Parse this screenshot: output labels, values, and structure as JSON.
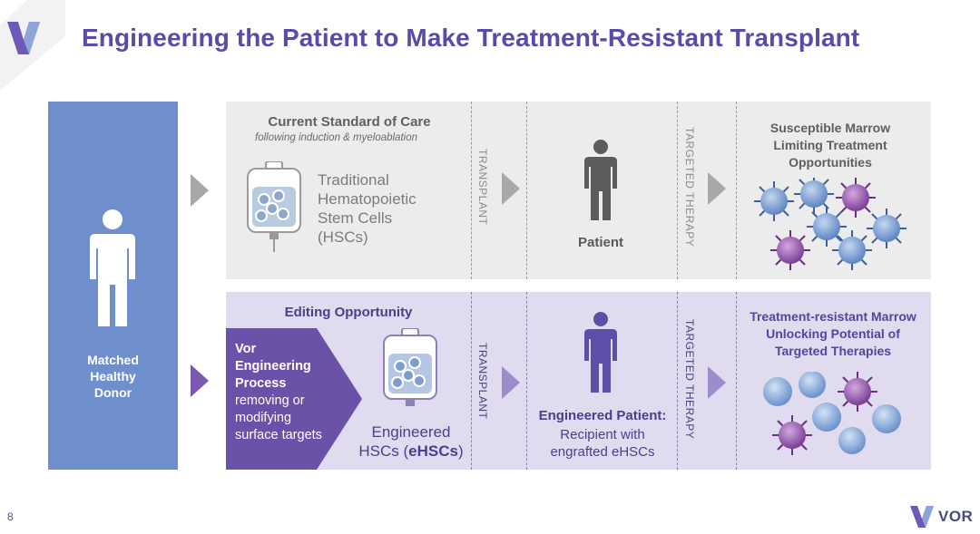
{
  "title": "Engineering the Patient to Make Treatment-Resistant Transplant",
  "donor": {
    "label": "Matched\nHealthy\nDonor"
  },
  "top_row": {
    "header": "Current Standard of Care",
    "subtitle": "following induction & myeloablation",
    "cells_label": "Traditional\nHematopoietic\nStem Cells\n(HSCs)",
    "transplant": "TRANSPLANT",
    "patient_label": "Patient",
    "therapy": "TARGETED THERAPY",
    "marrow_title": "Susceptible Marrow\nLimiting Treatment\nOpportunities"
  },
  "bottom_row": {
    "header": "Editing Opportunity",
    "process_bold": "Vor\nEngineering\nProcess",
    "process_text": "removing or\nmodifying\nsurface targets",
    "ehsc_line1": "Engineered",
    "ehsc_line2_prefix": "HSCs (",
    "ehsc_line2_bold": "eHSCs",
    "ehsc_line2_suffix": ")",
    "transplant": "TRANSPLANT",
    "engineered_patient": "Engineered Patient:",
    "engineered_patient_desc": "Recipient with\nengrafted eHSCs",
    "therapy": "TARGETED THERAPY",
    "marrow_title": "Treatment-resistant Marrow\nUnlocking Potential of\nTargeted Therapies"
  },
  "footer": {
    "page_number": "8",
    "logo_text": "VOR"
  },
  "colors": {
    "title": "#5b4aa6",
    "donor_panel": "#6f8ecc",
    "top_row_bg": "#ececec",
    "bottom_row_bg": "#e0dbee",
    "process_chevron": "#6a52a8",
    "healthy_cell": "#7fa3d6",
    "cancer_cell": "#9a5fb0"
  },
  "icons": [
    "vor-logo-icon",
    "person-icon",
    "iv-bag-icon",
    "blood-cell-icon",
    "cancer-cell-icon"
  ]
}
